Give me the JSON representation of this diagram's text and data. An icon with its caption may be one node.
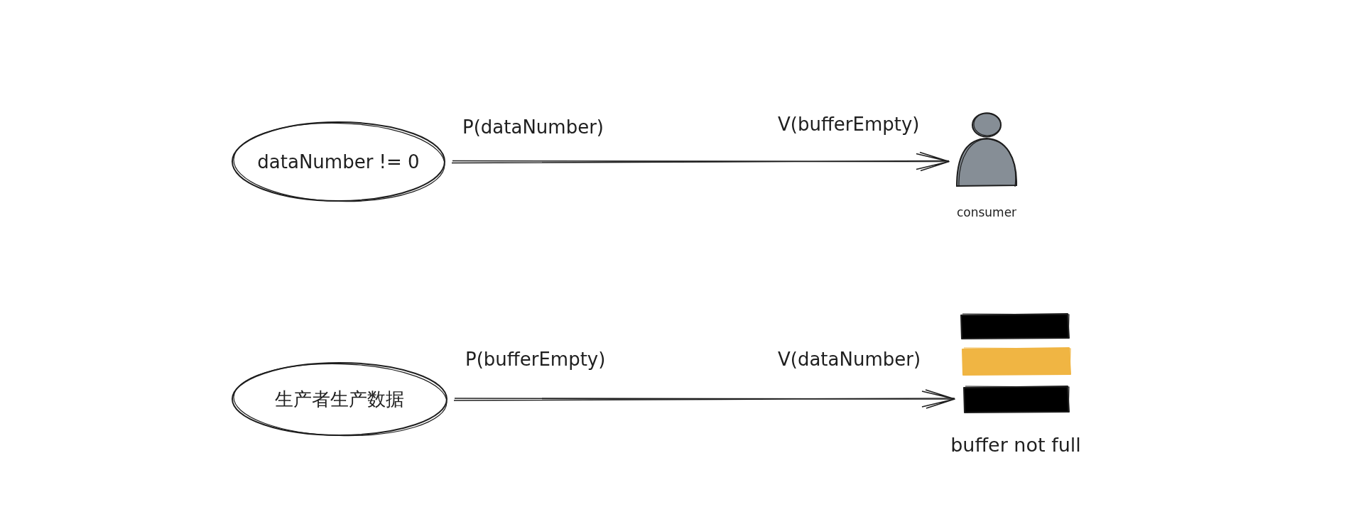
{
  "diagram": {
    "nodes": [
      {
        "text": [
          "dataNumber != 0"
        ]
      },
      {
        "text": [],
        "shape": "person",
        "beside": [
          "consumer"
        ]
      },
      {
        "text": [
          "生产者生产数据"
        ]
      },
      {
        "text": [],
        "shape": "bar",
        "beside": [
          "buffer not full"
        ]
      }
    ],
    "edges": [
      {
        "from": 0,
        "to": 1,
        "arrow": "to"
      },
      {
        "from": 2,
        "to": 3,
        "arrow": "to"
      }
    ],
    "labels": [
      "P(dataNumber)",
      "V(bufferEmpty)",
      "P(bufferEmpty)",
      "V(dataNumber)"
    ]
  }
}
